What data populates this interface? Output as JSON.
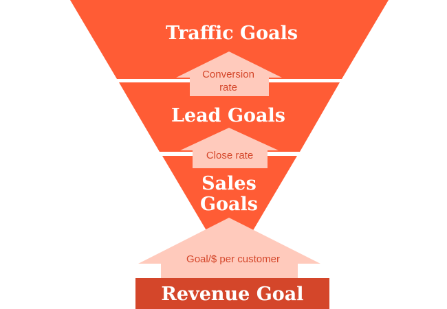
{
  "funnel": {
    "stages": [
      "Traffic Goals",
      "Lead Goals",
      "Sales",
      "Goals"
    ],
    "arrows": [
      "Conversion",
      "rate",
      "Close rate",
      "Goal/$ per customer"
    ],
    "base": "Revenue Goal"
  },
  "colors": {
    "funnel": "#ff5c35",
    "arrow": "#ffcabc",
    "arrow_text": "#d4462a",
    "base": "#d4462a"
  }
}
